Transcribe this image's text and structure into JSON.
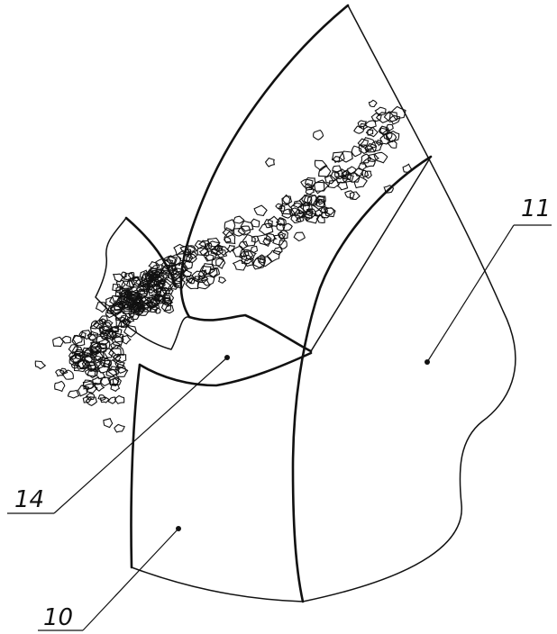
{
  "figure": {
    "reference_labels": [
      {
        "id": "label-11",
        "text": "11"
      },
      {
        "id": "label-14",
        "text": "14"
      },
      {
        "id": "label-10",
        "text": "10"
      }
    ]
  }
}
